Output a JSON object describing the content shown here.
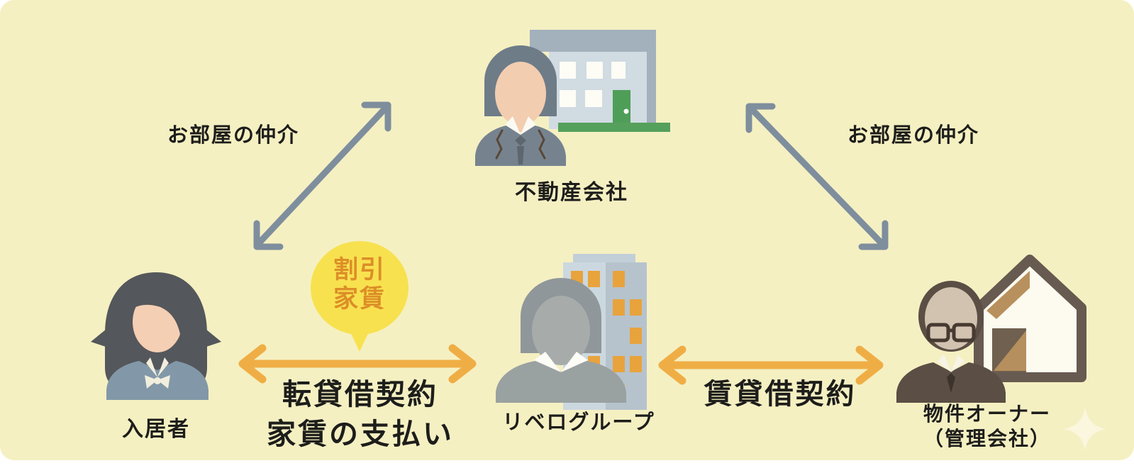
{
  "colors": {
    "background": "#f5f0c2",
    "page": "#ffffff",
    "arrow_gray": "#7e8e9d",
    "arrow_orange": "#efae45",
    "bubble_fill": "#f8e14f",
    "bubble_text": "#dc8e27",
    "text": "#1d1d1b",
    "door_green": "#4f9e58",
    "window_orange": "#e8a33c"
  },
  "nodes": {
    "real_estate": {
      "label": "不動産会社"
    },
    "tenant": {
      "label": "入居者"
    },
    "libero": {
      "label": "リベログループ"
    },
    "owner": {
      "label_line1": "物件オーナー",
      "label_line2": "（管理会社）"
    }
  },
  "relations": {
    "broker_left_label": "お部屋の仲介",
    "broker_right_label": "お部屋の仲介",
    "sublease_line1": "転貸借契約",
    "sublease_line2": "家賃の支払い",
    "lease_label": "賃貸借契約"
  },
  "bubble": {
    "line1": "割引",
    "line2": "家賃"
  }
}
